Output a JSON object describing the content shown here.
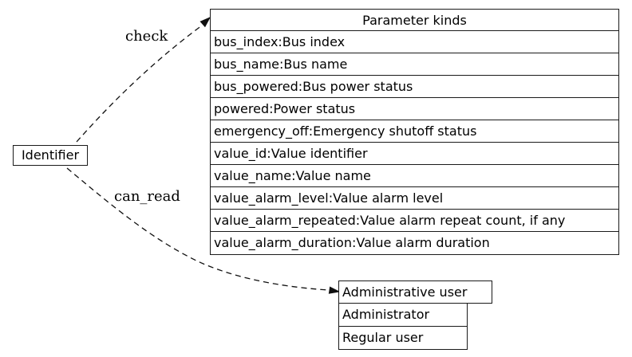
{
  "diagram": {
    "background_color": "#ffffff",
    "ink_color": "#000000"
  },
  "nodes": {
    "identifier": {
      "label": "Identifier"
    },
    "param_table": {
      "title": "Parameter kinds",
      "rows": [
        "bus_index:Bus index",
        "bus_name:Bus name",
        "bus_powered:Bus power status",
        "powered:Power status",
        "emergency_off:Emergency shutoff status",
        "value_id:Value identifier",
        "value_name:Value name",
        "value_alarm_level:Value alarm level",
        "value_alarm_repeated:Value alarm repeat count, if any",
        "value_alarm_duration:Value alarm duration"
      ]
    },
    "user_table": {
      "title": "Administrative user",
      "rows": [
        "Administrator",
        "Regular user"
      ]
    }
  },
  "edges": {
    "check": {
      "label": "check",
      "style": "dashed",
      "from": "Identifier",
      "to": "Parameter kinds"
    },
    "can_read": {
      "label": "can_read",
      "style": "dashed",
      "from": "Identifier",
      "to": "Administrative user"
    }
  }
}
